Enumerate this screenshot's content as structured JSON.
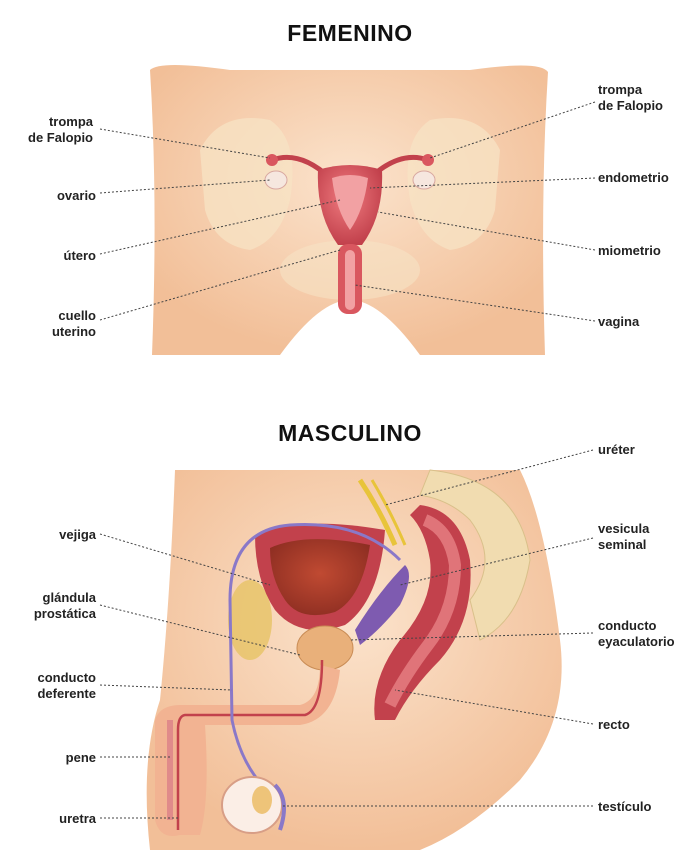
{
  "female": {
    "title": "FEMENINO",
    "labels_left": [
      {
        "id": "trompa-l",
        "line1": "trompa",
        "line2": "de Falopio"
      },
      {
        "id": "ovario",
        "line1": "ovario"
      },
      {
        "id": "utero",
        "line1": "útero"
      },
      {
        "id": "cuello",
        "line1": "cuello",
        "line2": "uterino"
      }
    ],
    "labels_right": [
      {
        "id": "trompa-r",
        "line1": "trompa",
        "line2": "de Falopio"
      },
      {
        "id": "endometrio",
        "line1": "endometrio"
      },
      {
        "id": "miometrio",
        "line1": "miometrio"
      },
      {
        "id": "vagina",
        "line1": "vagina"
      }
    ]
  },
  "male": {
    "title": "MASCULINO",
    "labels_left": [
      {
        "id": "vejiga",
        "line1": "vejiga"
      },
      {
        "id": "prostata",
        "line1": "glándula",
        "line2": "prostática"
      },
      {
        "id": "deferente",
        "line1": "conducto",
        "line2": "deferente"
      },
      {
        "id": "pene",
        "line1": "pene"
      },
      {
        "id": "uretra",
        "line1": "uretra"
      }
    ],
    "labels_right": [
      {
        "id": "ureter",
        "line1": "uréter"
      },
      {
        "id": "vesicula",
        "line1": "vesicula",
        "line2": "seminal"
      },
      {
        "id": "eyaculatorio",
        "line1": "conducto",
        "line2": "eyaculatorio"
      },
      {
        "id": "recto",
        "line1": "recto"
      },
      {
        "id": "testiculo",
        "line1": "testículo"
      }
    ]
  },
  "colors": {
    "skin": "#f6cfae",
    "skin_light": "#fbe4cf",
    "organ": "#e0616a",
    "organ_dark": "#b83a46",
    "bone": "#f1dcb0",
    "fat": "#e8c46a",
    "vessel": "#8a78c8"
  }
}
